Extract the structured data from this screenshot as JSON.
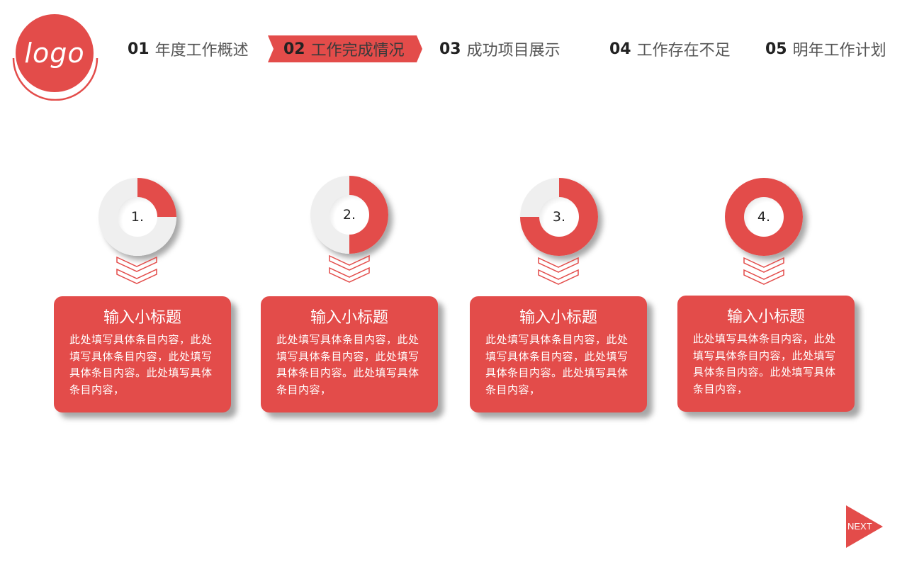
{
  "logo": {
    "text": "logo"
  },
  "nav": {
    "items": [
      {
        "num": "01",
        "label": "年度工作概述",
        "active": false
      },
      {
        "num": "02",
        "label": "工作完成情况",
        "active": true
      },
      {
        "num": "03",
        "label": "成功项目展示",
        "active": false
      },
      {
        "num": "04",
        "label": "工作存在不足",
        "active": false
      },
      {
        "num": "05",
        "label": "明年工作计划",
        "active": false
      }
    ]
  },
  "colors": {
    "accent": "#e34c4a",
    "track": "#efefef",
    "text": "#444444"
  },
  "steps": [
    {
      "number": "1.",
      "percent": 25,
      "title": "输入小标题",
      "body": "此处填写具体条目内容，此处填写具体条目内容，此处填写具体条目内容。此处填写具体条目内容，"
    },
    {
      "number": "2.",
      "percent": 50,
      "title": "输入小标题",
      "body": "此处填写具体条目内容，此处填写具体条目内容，此处填写具体条目内容。此处填写具体条目内容，"
    },
    {
      "number": "3.",
      "percent": 75,
      "title": "输入小标题",
      "body": "此处填写具体条目内容，此处填写具体条目内容，此处填写具体条目内容。此处填写具体条目内容，"
    },
    {
      "number": "4.",
      "percent": 100,
      "title": "输入小标题",
      "body": "此处填写具体条目内容，此处填写具体条目内容，此处填写具体条目内容。此处填写具体条目内容，"
    }
  ],
  "next_button": {
    "label": "NEXT"
  }
}
